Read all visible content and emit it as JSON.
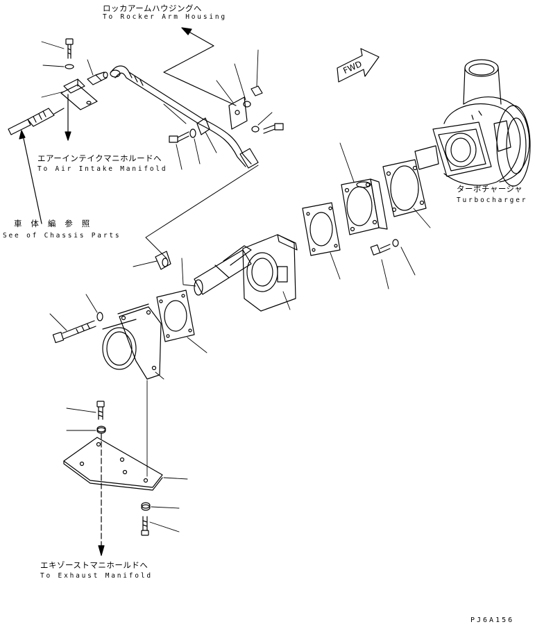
{
  "labels": {
    "rocker_jp": "ロッカアームハウジングへ",
    "rocker_en": "To Rocker Arm Housing",
    "intake_jp": "エアーインテイクマニホルードへ",
    "intake_en": "To Air Intake Manifold",
    "chassis_jp": "車 体 編 参 照",
    "chassis_en": "See of Chassis Parts",
    "turbo_jp": "ターボチャージャ",
    "turbo_en": "Turbocharger",
    "exhaust_jp": "エキゾーストマニホールドへ",
    "exhaust_en": "To Exhaust Manifold",
    "fwd": "FWD",
    "drawing_code": "PJ6A156"
  },
  "colors": {
    "line": "#000000",
    "background": "#ffffff"
  }
}
